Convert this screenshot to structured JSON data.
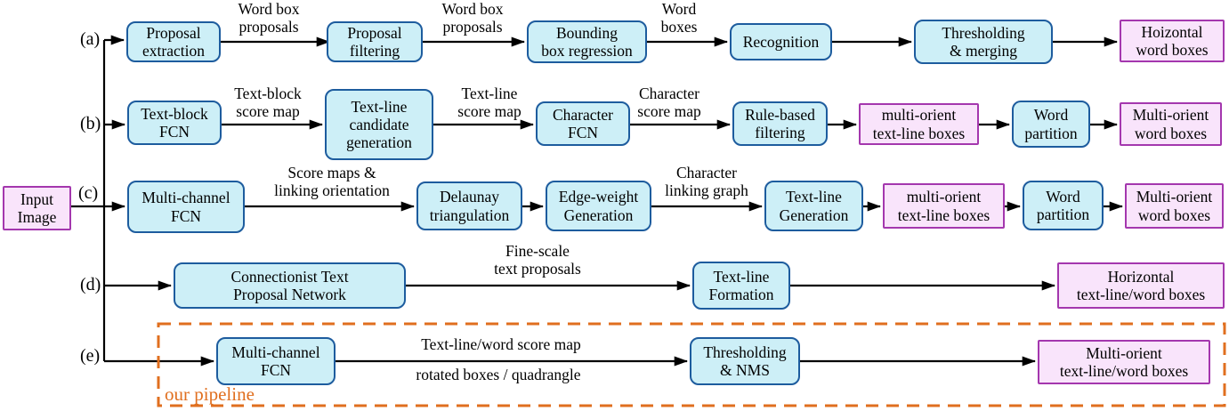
{
  "diagram": {
    "input_node": {
      "label": "Input\nImage"
    },
    "pipeline_note": "our pipeline",
    "colors": {
      "process_fill": "#cdeff7",
      "process_border": "#1d5c9e",
      "output_fill": "#f9e4fb",
      "output_border": "#a437ae",
      "connector": "#000000",
      "pipeline_outline": "#e06f1f"
    },
    "rows": [
      {
        "tag": "(a)",
        "nodes": [
          {
            "label": "Proposal\nextraction",
            "type": "process"
          },
          {
            "label": "Proposal\nfiltering",
            "type": "process"
          },
          {
            "label": "Bounding\nbox regression",
            "type": "process"
          },
          {
            "label": "Recognition",
            "type": "process"
          },
          {
            "label": "Thresholding\n& merging",
            "type": "process"
          },
          {
            "label": "Hoizontal\nword boxes",
            "type": "output"
          }
        ],
        "edge_labels": [
          {
            "text": "Word box\nproposals"
          },
          {
            "text": "Word box\nproposals"
          },
          {
            "text": "Word\nboxes"
          }
        ]
      },
      {
        "tag": "(b)",
        "nodes": [
          {
            "label": "Text-block\nFCN",
            "type": "process"
          },
          {
            "label": "Text-line\ncandidate\ngeneration",
            "type": "process"
          },
          {
            "label": "Character\nFCN",
            "type": "process"
          },
          {
            "label": "Rule-based\nfiltering",
            "type": "process"
          },
          {
            "label": "multi-orient\ntext-line boxes",
            "type": "output"
          },
          {
            "label": "Word\npartition",
            "type": "process"
          },
          {
            "label": "Multi-orient\nword boxes",
            "type": "output"
          }
        ],
        "edge_labels": [
          {
            "text": "Text-block\nscore map"
          },
          {
            "text": "Text-line\nscore map"
          },
          {
            "text": "Character\nscore map"
          }
        ]
      },
      {
        "tag": "(c)",
        "nodes": [
          {
            "label": "Multi-channel\nFCN",
            "type": "process"
          },
          {
            "label": "Delaunay\ntriangulation",
            "type": "process"
          },
          {
            "label": "Edge-weight\nGeneration",
            "type": "process"
          },
          {
            "label": "Text-line\nGeneration",
            "type": "process"
          },
          {
            "label": "multi-orient\ntext-line boxes",
            "type": "output"
          },
          {
            "label": "Word\npartition",
            "type": "process"
          },
          {
            "label": "Multi-orient\nword boxes",
            "type": "output"
          }
        ],
        "edge_labels": [
          {
            "text": "Score maps &\nlinking orientation"
          },
          {
            "text": "Character\nlinking graph"
          }
        ]
      },
      {
        "tag": "(d)",
        "nodes": [
          {
            "label": "Connectionist Text\nProposal Network",
            "type": "process"
          },
          {
            "label": "Text-line\nFormation",
            "type": "process"
          },
          {
            "label": "Horizontal\ntext-line/word boxes",
            "type": "output"
          }
        ],
        "edge_labels": [
          {
            "text": "Fine-scale\ntext proposals"
          }
        ]
      },
      {
        "tag": "(e)",
        "nodes": [
          {
            "label": "Multi-channel\nFCN",
            "type": "process"
          },
          {
            "label": "Thresholding\n& NMS",
            "type": "process"
          },
          {
            "label": "Multi-orient\ntext-line/word boxes",
            "type": "output"
          }
        ],
        "edge_labels": [
          {
            "text": "Text-line/word score map"
          },
          {
            "text": "rotated boxes / quadrangle"
          }
        ]
      }
    ]
  }
}
